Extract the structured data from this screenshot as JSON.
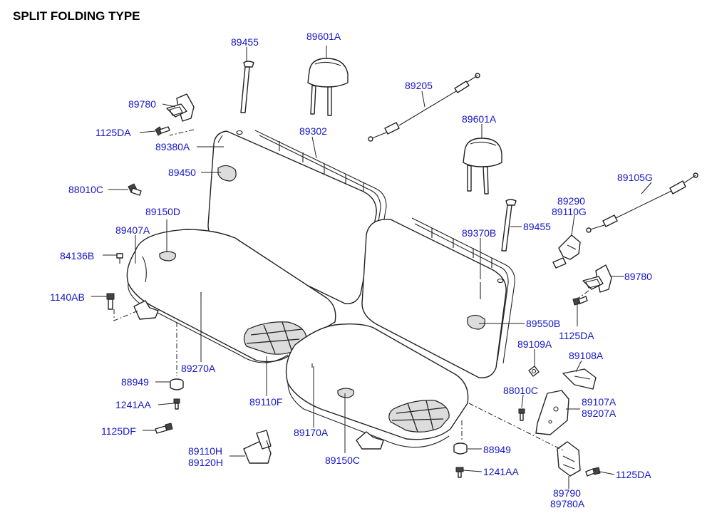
{
  "title": "SPLIT FOLDING TYPE",
  "label_color": "#1515c8",
  "labels": {
    "p89455_top": "89455",
    "p89601A_top": "89601A",
    "p89205": "89205",
    "p89780_top": "89780",
    "p1125DA_top": "1125DA",
    "p89302": "89302",
    "p89380A": "89380A",
    "p89601A_right": "89601A",
    "p89450": "89450",
    "p89105G": "89105G",
    "p88010C_left": "88010C",
    "p89290": "89290",
    "p89110G": "89110G",
    "p89150D": "89150D",
    "p89370B": "89370B",
    "p89455_right": "89455",
    "p89407A": "89407A",
    "p84136B": "84136B",
    "p89780_right": "89780",
    "p1140AB": "1140AB",
    "p89550B": "89550B",
    "p1125DA_right": "1125DA",
    "p89109A": "89109A",
    "p89108A": "89108A",
    "p89270A": "89270A",
    "p88949_left": "88949",
    "p88010C_right": "88010C",
    "p89110F": "89110F",
    "p89107A": "89107A",
    "p89207A": "89207A",
    "p1241AA_left": "1241AA",
    "p1125DF": "1125DF",
    "p89170A": "89170A",
    "p88949_right": "88949",
    "p89110H": "89110H",
    "p89120H": "89120H",
    "p89150C": "89150C",
    "p1241AA_right": "1241AA",
    "p1125DA_bottom": "1125DA",
    "p89790": "89790",
    "p89780A": "89780A"
  }
}
